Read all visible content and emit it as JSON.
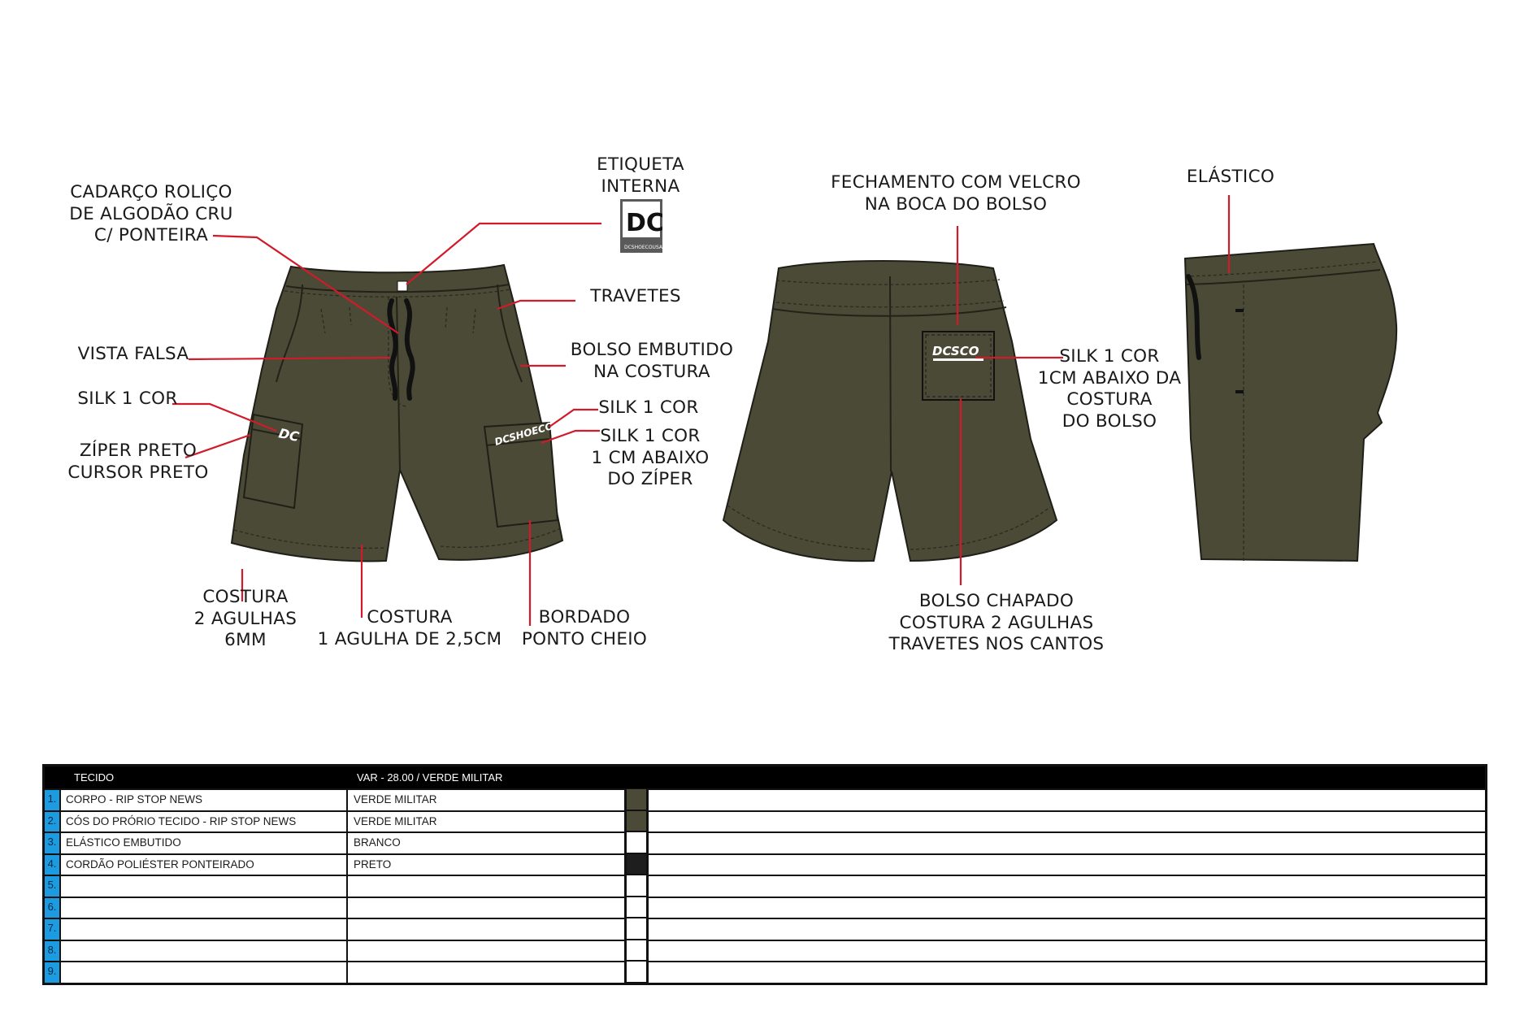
{
  "labels": {
    "etiqueta": [
      "ETIQUETA",
      "INTERNA"
    ],
    "cadarco": [
      "CADARÇO ROLIÇO",
      "DE ALGODÃO CRU",
      "C/ PONTEIRA"
    ],
    "travetes": "TRAVETES",
    "vista_falsa": "VISTA FALSA",
    "bolso_embutido": [
      "BOLSO EMBUTIDO",
      "NA COSTURA"
    ],
    "silk_left": "SILK 1 COR",
    "silk_right": "SILK 1 COR",
    "ziper": [
      "ZÍPER PRETO",
      "CURSOR PRETO"
    ],
    "silk_ziper": [
      "SILK 1 COR",
      "1 CM ABAIXO",
      "DO ZÍPER"
    ],
    "costura_2": [
      "COSTURA",
      "2 AGULHAS",
      "6MM"
    ],
    "costura_1": [
      "COSTURA",
      "1 AGULHA DE 2,5CM"
    ],
    "bordado": [
      "BORDADO",
      "PONTO CHEIO"
    ],
    "fechamento": [
      "FECHAMENTO COM VELCRO",
      "NA BOCA DO BOLSO"
    ],
    "silk_back": [
      "SILK 1 COR",
      "1CM ABAIXO DA",
      "COSTURA",
      "DO BOLSO"
    ],
    "bolso_chapado": [
      "BOLSO CHAPADO",
      "COSTURA 2 AGULHAS",
      "TRAVETES NOS CANTOS"
    ],
    "elastico": "ELÁSTICO"
  },
  "logos": {
    "tag_text": "DCSHOECOUSA",
    "side_print": "DCSHOECO",
    "back_print": "DCSCO"
  },
  "table": {
    "header_left": "TECIDO",
    "header_right": "VAR - 28.00 / VERDE MILITAR",
    "rows": [
      {
        "num": "1.",
        "item": "CORPO - RIP STOP NEWS",
        "color": "VERDE MILITAR",
        "swatch": "#4b4a37"
      },
      {
        "num": "2.",
        "item": "CÓS DO PRÓRIO TECIDO - RIP STOP NEWS",
        "color": "VERDE MILITAR",
        "swatch": "#4b4a37"
      },
      {
        "num": "3.",
        "item": "ELÁSTICO EMBUTIDO",
        "color": "BRANCO",
        "swatch": "#ffffff"
      },
      {
        "num": "4.",
        "item": "CORDÃO POLIÉSTER  PONTEIRADO",
        "color": "PRETO",
        "swatch": "#1e1e1e"
      },
      {
        "num": "5.",
        "item": "",
        "color": "",
        "swatch": "#ffffff"
      },
      {
        "num": "6.",
        "item": "",
        "color": "",
        "swatch": "#ffffff"
      },
      {
        "num": "7.",
        "item": "",
        "color": "",
        "swatch": "#ffffff"
      },
      {
        "num": "8.",
        "item": "",
        "color": "",
        "swatch": "#ffffff"
      },
      {
        "num": "9.",
        "item": "",
        "color": "",
        "swatch": "#ffffff"
      }
    ]
  },
  "colors": {
    "fabric": "#4b4a37",
    "leader": "#d11a2a",
    "row_number": "#1c9be0"
  }
}
